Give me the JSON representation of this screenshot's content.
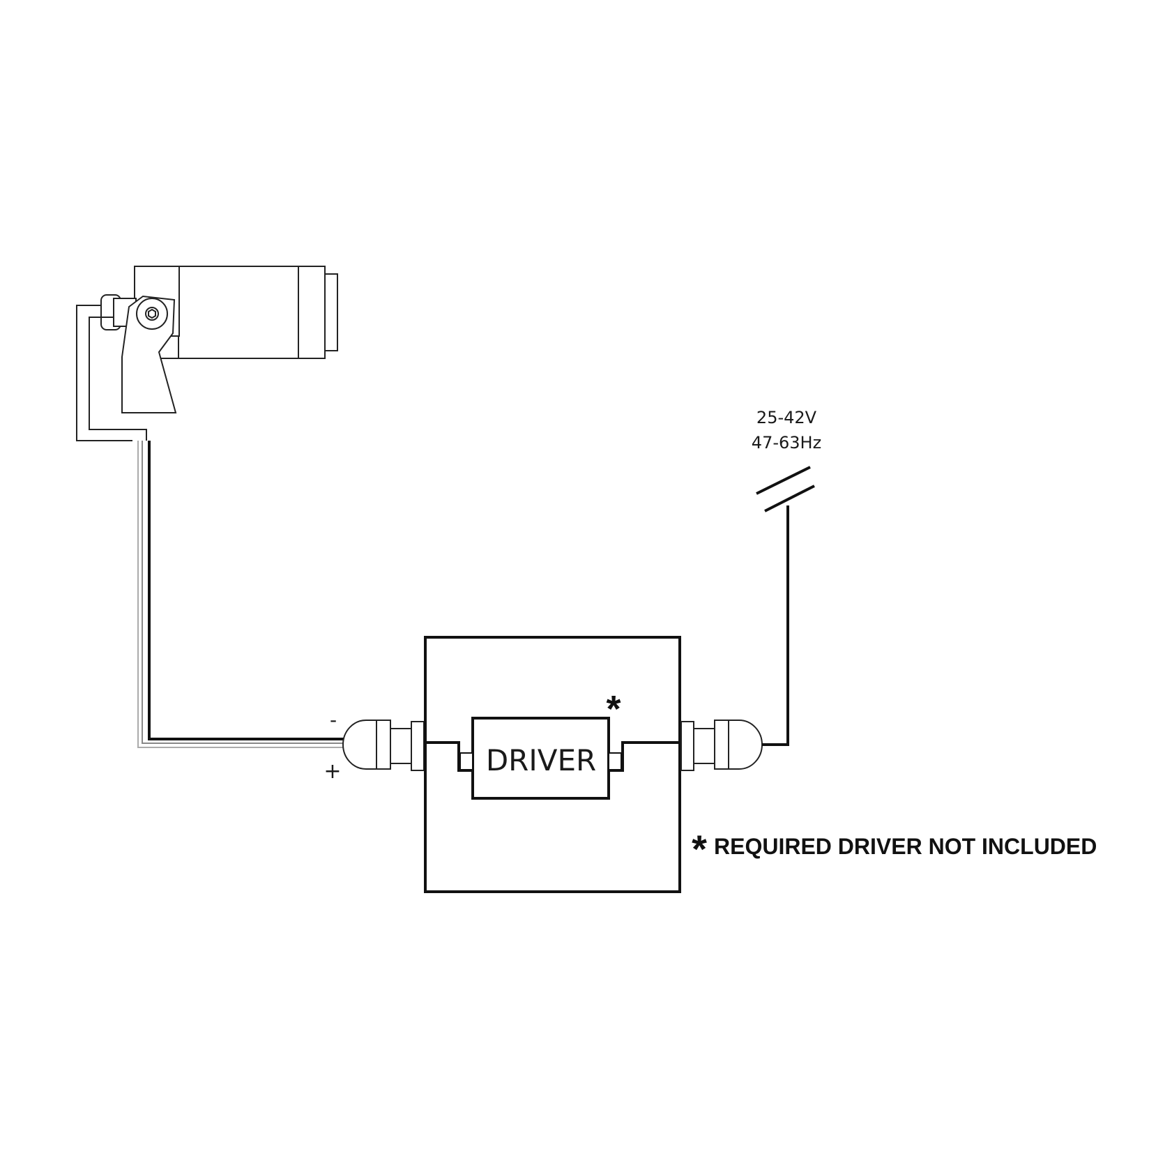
{
  "supply": {
    "voltage": "25-42V",
    "frequency": "47-63Hz"
  },
  "polarity": {
    "negative": "-",
    "positive": "+"
  },
  "driver": {
    "label": "DRIVER",
    "marker": "*"
  },
  "footnote": {
    "marker": "*",
    "text": "REQUIRED DRIVER NOT INCLUDED"
  },
  "colors": {
    "line": "#111111",
    "background": "#ffffff"
  }
}
